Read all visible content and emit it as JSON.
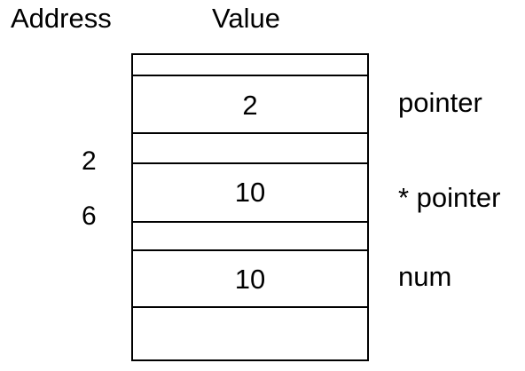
{
  "headers": {
    "address": "Address",
    "value": "Value"
  },
  "addresses": [
    "2",
    "6"
  ],
  "cells": [
    {
      "value": ""
    },
    {
      "value": "2"
    },
    {
      "value": ""
    },
    {
      "value": "10"
    },
    {
      "value": ""
    },
    {
      "value": "10"
    },
    {
      "value": ""
    }
  ],
  "variables": [
    "pointer",
    "* pointer",
    "num"
  ]
}
